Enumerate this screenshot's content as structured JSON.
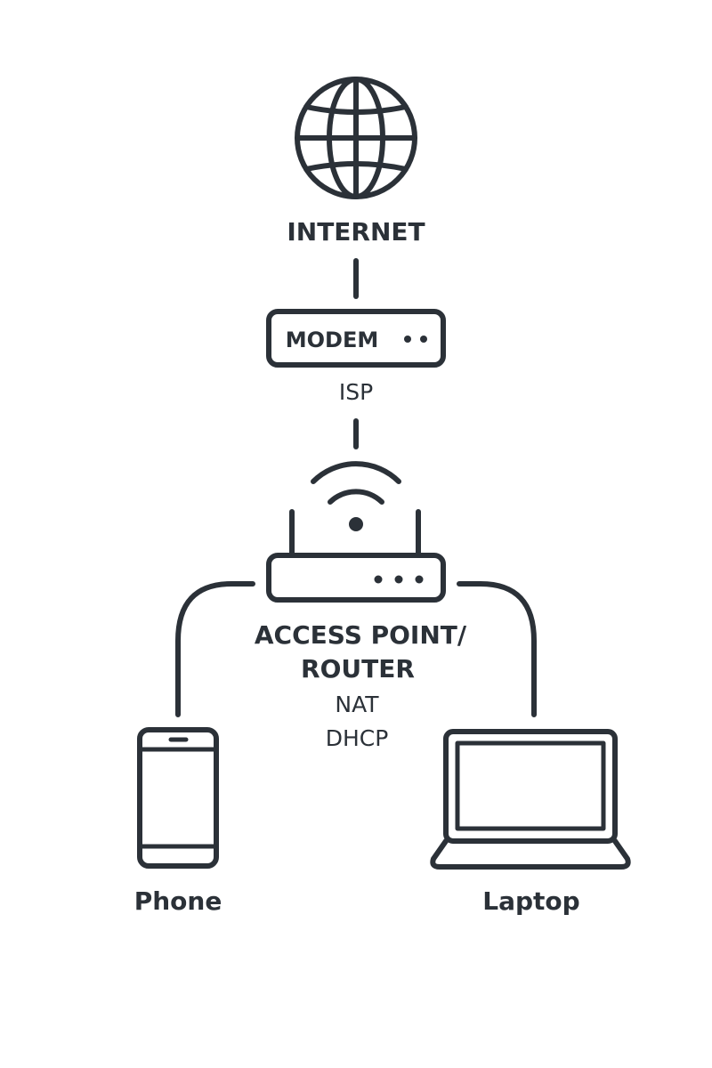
{
  "nodes": {
    "internet": {
      "label": "INTERNET",
      "icon": "globe-icon"
    },
    "modem": {
      "label": "MODEM",
      "icon": "modem-icon"
    },
    "isp": {
      "label": "ISP"
    },
    "router": {
      "label_line1": "ACCESS POINT/",
      "label_line2": "ROUTER",
      "icon": "router-icon",
      "wifi_icon": "wifi-icon"
    },
    "nat": {
      "label": "NAT"
    },
    "dhcp": {
      "label": "DHCP"
    },
    "phone": {
      "label": "Phone",
      "icon": "phone-icon"
    },
    "laptop": {
      "label": "Laptop",
      "icon": "laptop-icon"
    }
  },
  "colors": {
    "stroke": "#2b3138",
    "background": "#ffffff"
  }
}
